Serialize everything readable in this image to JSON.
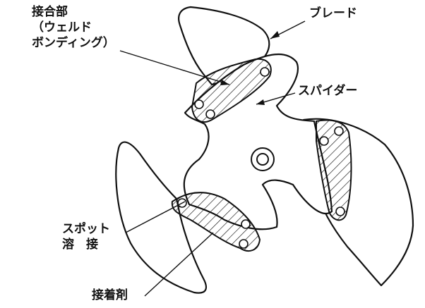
{
  "labels": {
    "joint": [
      "接合部",
      "（ウェルド",
      " ボンディング）"
    ],
    "blade": "ブレード",
    "spider": "スパイダー",
    "spot": [
      "スポット",
      "溶　接"
    ],
    "adhesive": "接着剤"
  }
}
